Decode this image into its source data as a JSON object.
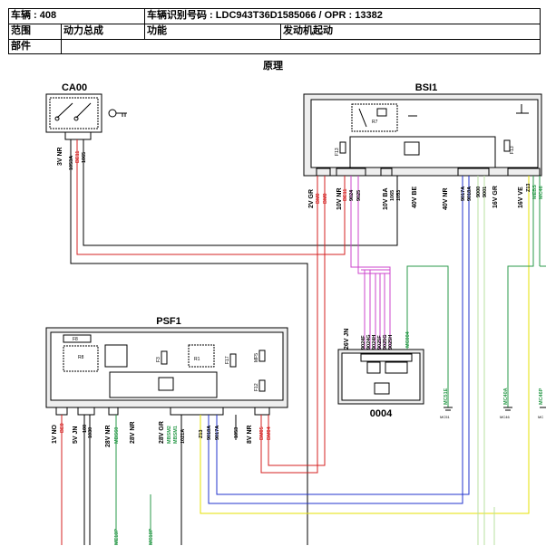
{
  "header": {
    "vehicle_label": "车辆 : 408",
    "vin_label": "车辆识别号码 : LDC943T36D1585066 / OPR : 13382",
    "scope_label": "范围",
    "scope_value": "动力总成",
    "function_label": "功能",
    "function_value": "发动机起动",
    "part_label": "部件"
  },
  "title": "原理",
  "components": {
    "ca00": "CA00",
    "bsi1": "BSI1",
    "psf1": "PSF1",
    "c0004": "0004"
  },
  "bsi_internal": {
    "r7": "R7",
    "f13a": "F13",
    "f13b": "F13"
  },
  "psf_internal": {
    "f8": "F8",
    "r8": "R8",
    "r1": "R1",
    "f3": "F3",
    "f17": "F17",
    "mf5": "MF5",
    "f12": "F12"
  },
  "connectors": {
    "ca00": "3V NR",
    "bsi_a": "2V GR",
    "bsi_b": "10V NR",
    "bsi_c": "10V BA",
    "bsi_d": "40V BE",
    "bsi_e": "40V NR",
    "bsi_f": "16V GR",
    "bsi_g": "16V VE",
    "psf_a": "1V NO",
    "psf_b": "5V JN",
    "psf_c": "28V NR",
    "psf_d": "28V NR",
    "psf_e": "28V GR",
    "psf_f": "8V NR",
    "c0004": "26V JN"
  },
  "wires": {
    "ca00": [
      "1053A",
      "BE11",
      "1065"
    ],
    "bsi_a": [
      "BM0",
      "BM0"
    ],
    "bsi_b": [
      "BE11",
      "9024",
      "9025"
    ],
    "bsi_c": [
      "1065",
      "1053"
    ],
    "bsi_e": [
      "9017A",
      "9018A",
      "9000",
      "9001"
    ],
    "bsi_g": [
      "Z13",
      "MEBS",
      "MC46"
    ],
    "psf_a": [
      "BE0"
    ],
    "psf_b": [
      "100",
      "1030"
    ],
    "psf_c": [
      "MBS60"
    ],
    "psf_e": [
      "MBSM2",
      "MBSM1",
      "1021A",
      "Z13",
      "9018A",
      "9017A",
      "1053"
    ],
    "psf_f": [
      "BM05",
      "BM04"
    ],
    "c0004": [
      "9024F",
      "9024G",
      "9024H",
      "9025F",
      "9025G",
      "9025H",
      "MC004"
    ],
    "grounds": [
      "MC51E",
      "MC40A",
      "MC46P"
    ],
    "ground_tags": [
      "MC51",
      "MC46",
      "MC"
    ],
    "bottom": [
      "ME10P",
      "MC10P"
    ]
  }
}
